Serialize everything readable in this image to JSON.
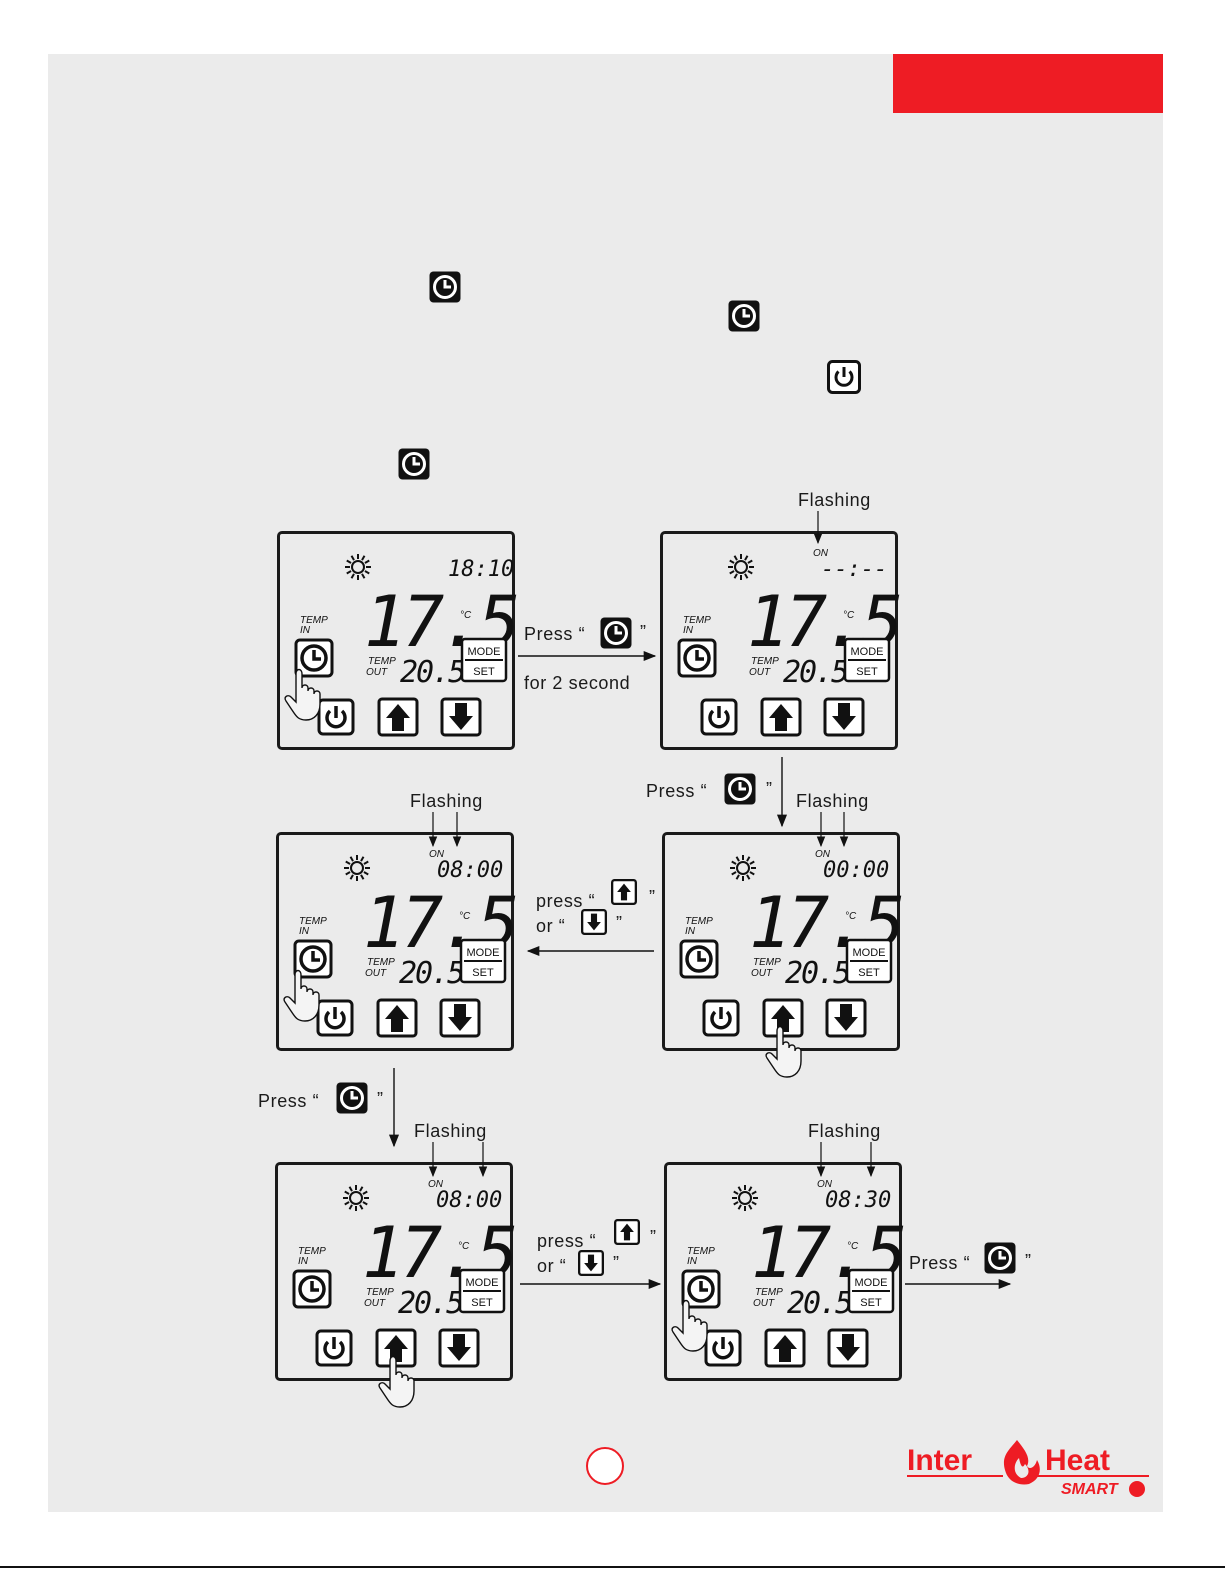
{
  "labels": {
    "flashing": "Flashing",
    "press": "Press “",
    "quote_close": "”",
    "for_2_second": "for 2 second",
    "press_lower": "press “",
    "or": "or “"
  },
  "display": {
    "temp_in_line1": "TEMP",
    "temp_in_line2": "IN",
    "temp_out_line1": "TEMP",
    "temp_out_line2": "OUT",
    "main_temp": "17.5",
    "unit": "°C",
    "out_temp": "20.5",
    "mode": "MODE",
    "set": "SET",
    "on": "ON"
  },
  "panels": [
    {
      "time": "18:10",
      "show_on": false
    },
    {
      "time": "--:--",
      "show_on": true
    },
    {
      "time": "08:00",
      "show_on": true
    },
    {
      "time": "00:00",
      "show_on": true
    },
    {
      "time": "08:00",
      "show_on": true
    },
    {
      "time": "08:30",
      "show_on": true
    }
  ],
  "icons": [
    "clock-icon",
    "power-icon",
    "up-arrow-icon",
    "down-arrow-icon",
    "sun-icon",
    "hand-pointer-icon"
  ],
  "colors": {
    "accent": "#ee1c24",
    "page_bg": "#ebebeb",
    "ink": "#1a1a1a"
  },
  "logo_text": "Inter Heat SMART"
}
